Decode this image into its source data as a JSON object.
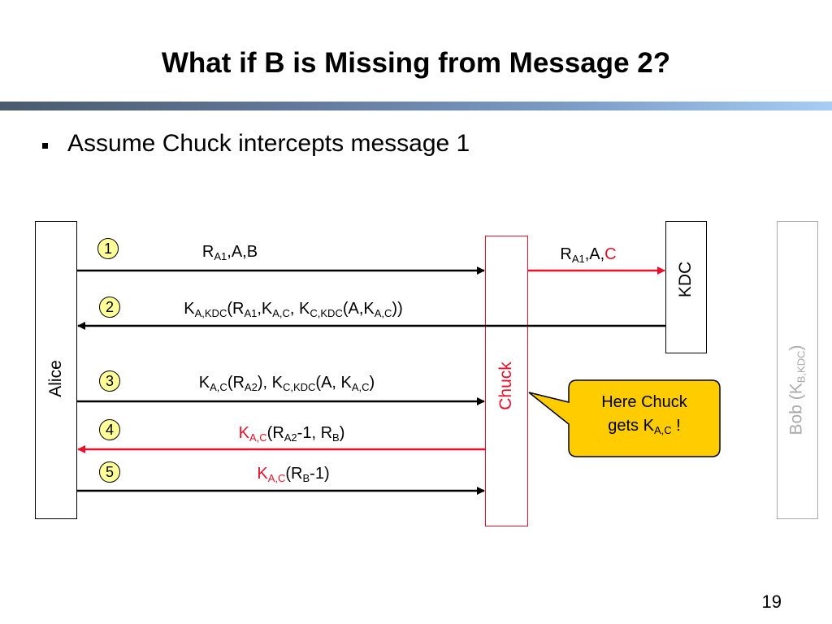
{
  "slide": {
    "title": "What if B is Missing from Message 2?",
    "bullet": "Assume Chuck intercepts message 1",
    "page_number": "19"
  },
  "colors": {
    "title_bar": "#62789a",
    "attack": "#e8102a",
    "step_badge": "#ffff99",
    "callout": "#ffcc00",
    "faded": "#aaaaaa"
  },
  "parties": {
    "alice": "Alice",
    "chuck": "Chuck",
    "kdc": "KDC",
    "bob": "Bob (K",
    "bob_sub": "B,KDC",
    "bob_close": ")"
  },
  "steps": [
    "1",
    "2",
    "3",
    "4",
    "5"
  ],
  "messages": {
    "m1": {
      "r": "R",
      "s1": "A1",
      "t1": ",A,B"
    },
    "m1_fwd": {
      "r": "R",
      "s1": "A1",
      "t1": ",A,",
      "c": "C"
    },
    "m2": {
      "k": "K",
      "s1": "A,KDC",
      "t1": "(R",
      "s2": "A1",
      "t2": ",K",
      "s3": "A,C",
      "t3": ", K",
      "s4": "C,KDC",
      "t4": "(A,K",
      "s5": "A,C",
      "t5": "))"
    },
    "m3": {
      "k": "K",
      "s1": "A,C",
      "t1": "(R",
      "s2": "A2",
      "t2": "), K",
      "s3": "C,KDC",
      "t3": "(A, K",
      "s4": "A,C",
      "t4": ")"
    },
    "m4": {
      "k": "K",
      "s1": "A,C",
      "t1": "(R",
      "s2": "A2",
      "t2": "-1, R",
      "s3": "B",
      "t3": ")"
    },
    "m5": {
      "k": "K",
      "s1": "A,C",
      "t1": "(R",
      "s2": "B",
      "t2": "-1)"
    }
  },
  "callout": {
    "line1": "Here Chuck",
    "line2": "gets K",
    "sub": "A,C",
    "end": " !"
  }
}
